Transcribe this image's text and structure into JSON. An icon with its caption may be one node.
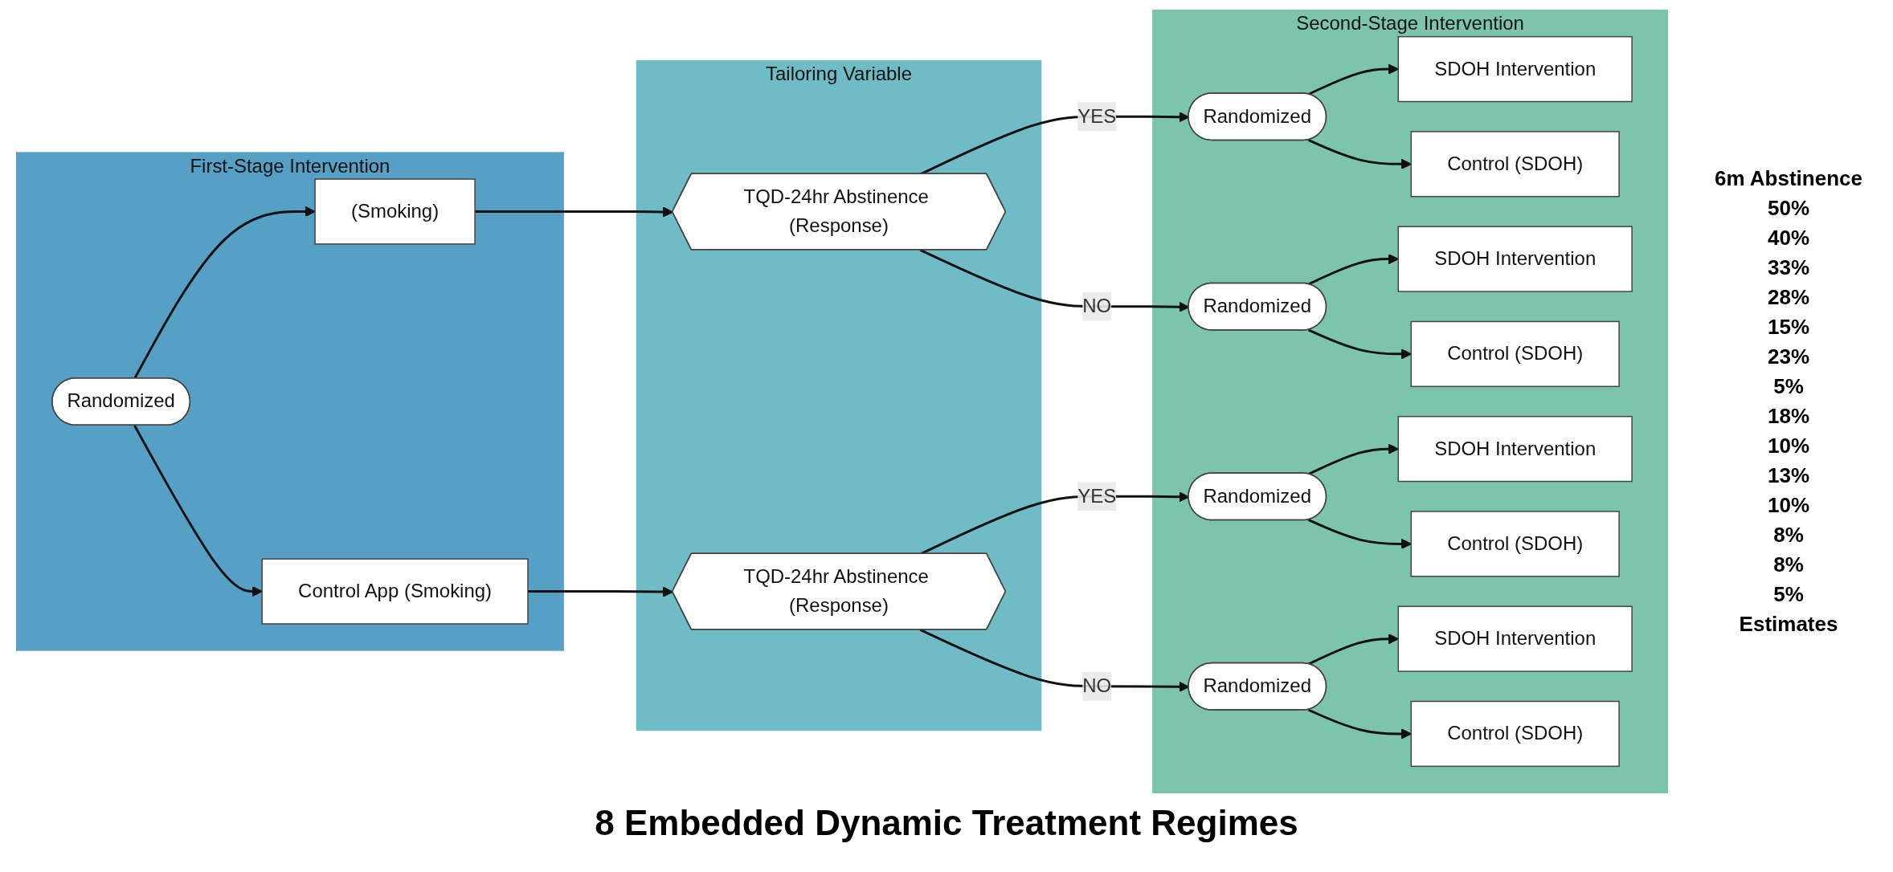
{
  "diagram": {
    "caption": "8 Embedded Dynamic Treatment Regimes",
    "nodes": [
      {
        "text": [
          "First-Stage Intervention"
        ]
      },
      {
        "text": [
          "Randomized"
        ],
        "in": 0
      },
      {
        "text": [
          "(Smoking)"
        ],
        "in": 0
      },
      {
        "text": [
          "Control App (Smoking)"
        ],
        "in": 0
      },
      {
        "text": [
          "Tailoring Variable"
        ]
      },
      {
        "text": [
          "TQD-24hr Abstinence (Response)"
        ],
        "in": 4
      },
      {
        "text": [
          "TQD-24hr Abstinence (Response)"
        ],
        "in": 4
      },
      {
        "text": [
          "Second-Stage Intervention"
        ]
      },
      {
        "text": [
          "Randomized"
        ],
        "in": 7
      },
      {
        "text": [
          "Randomized"
        ],
        "in": 7
      },
      {
        "text": [
          "Randomized"
        ],
        "in": 7
      },
      {
        "text": [
          "Randomized"
        ],
        "in": 7
      },
      {
        "text": [
          "SDOH Intervention"
        ],
        "in": 7
      },
      {
        "text": [
          "Control (SDOH)"
        ],
        "in": 7
      },
      {
        "text": [
          "SDOH Intervention"
        ],
        "in": 7
      },
      {
        "text": [
          "Control (SDOH)"
        ],
        "in": 7
      },
      {
        "text": [
          "SDOH Intervention"
        ],
        "in": 7
      },
      {
        "text": [
          "Control (SDOH)"
        ],
        "in": 7
      },
      {
        "text": [
          "SDOH Intervention"
        ],
        "in": 7
      },
      {
        "text": [
          "Control (SDOH)"
        ],
        "in": 7
      }
    ],
    "edges": [
      {
        "from": 1,
        "to": 2,
        "arrow": "to"
      },
      {
        "from": 1,
        "to": 3,
        "arrow": "to"
      },
      {
        "from": 2,
        "to": 5,
        "arrow": "to"
      },
      {
        "from": 3,
        "to": 6,
        "arrow": "to"
      },
      {
        "from": 5,
        "to": 8,
        "arrow": "to",
        "label": "YES"
      },
      {
        "from": 5,
        "to": 9,
        "arrow": "to",
        "label": "NO"
      },
      {
        "from": 6,
        "to": 10,
        "arrow": "to",
        "label": "YES"
      },
      {
        "from": 6,
        "to": 11,
        "arrow": "to",
        "label": "NO"
      },
      {
        "from": 8,
        "to": 12,
        "arrow": "to"
      },
      {
        "from": 8,
        "to": 13,
        "arrow": "to"
      },
      {
        "from": 9,
        "to": 14,
        "arrow": "to"
      },
      {
        "from": 9,
        "to": 15,
        "arrow": "to"
      },
      {
        "from": 10,
        "to": 16,
        "arrow": "to"
      },
      {
        "from": 10,
        "to": 17,
        "arrow": "to"
      },
      {
        "from": 11,
        "to": 18,
        "arrow": "to"
      },
      {
        "from": 11,
        "to": 19,
        "arrow": "to"
      }
    ],
    "labels": [
      "6m Abstinence",
      "50%",
      "40%",
      "33%",
      "28%",
      "15%",
      "23%",
      "5%",
      "18%",
      "10%",
      "13%",
      "10%",
      "8%",
      "8%",
      "5%",
      "Estimates"
    ]
  }
}
